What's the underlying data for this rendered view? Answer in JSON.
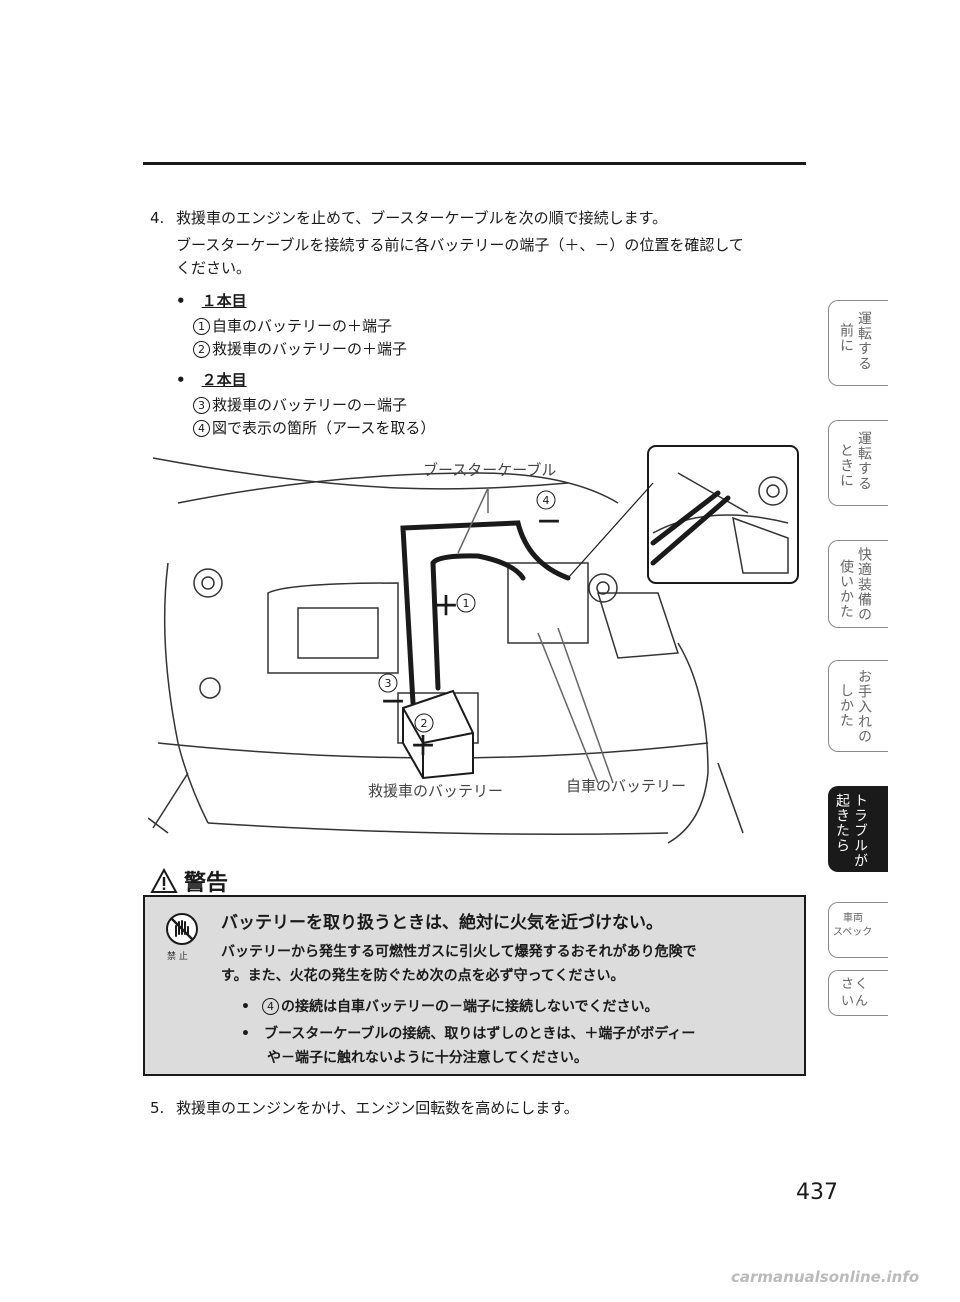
{
  "step4": {
    "num": "4.",
    "line1": "救援車のエンジンを止めて、ブースターケーブルを次の順で接続します。",
    "line2": "ブースターケーブルを接続する前に各バッテリーの端子（＋、－）の位置を確認して",
    "line3": "ください。"
  },
  "cable1": {
    "bullet": "•",
    "heading": "１本目",
    "item1_mark": "1",
    "item1": "自車のバッテリーの＋端子",
    "item2_mark": "2",
    "item2": "救援車のバッテリーの＋端子"
  },
  "cable2": {
    "bullet": "•",
    "heading": "２本目",
    "item3_mark": "3",
    "item3": "救援車のバッテリーの－端子",
    "item4_mark": "4",
    "item4": "図で表示の箇所（アースを取る）"
  },
  "diagram": {
    "label_cable": "ブースターケーブル",
    "label_rescue": "救援車のバッテリー",
    "label_own": "自車のバッテリー",
    "plus": "＋",
    "minus": "－",
    "m1": "1",
    "m2": "2",
    "m3": "3",
    "m4": "4"
  },
  "warning": {
    "title": "警告",
    "icon_label": "禁 止",
    "headline": "バッテリーを取り扱うときは、絶対に火気を近づけない。",
    "body1": "バッテリーから発生する可燃性ガスに引火して爆発するおそれがあり危険で",
    "body2": "す。また、火花の発生を防ぐため次の点を必ず守ってください。",
    "b1_mark": "4",
    "b1": "の接続は自車バッテリーの－端子に接続しないでください。",
    "b2a": "ブースターケーブルの接続、取りはずしのときは、＋端子がボディー",
    "b2b": "や－端子に触れないように十分注意してください。"
  },
  "step5": {
    "num": "5.",
    "text": "救援車のエンジンをかけ、エンジン回転数を高めにします。"
  },
  "tabs": [
    {
      "col1": "運転する",
      "col2": "前に"
    },
    {
      "col1": "運転する",
      "col2": "ときに"
    },
    {
      "col1": "快適装備の",
      "col2": "使いかた"
    },
    {
      "col1": "お手入れの",
      "col2": "しかた"
    },
    {
      "col1": "トラブルが",
      "col2": "起きたら"
    },
    {
      "line1": "車両",
      "line2": "スペック"
    },
    {
      "line1": "さく",
      "line2": "いん"
    }
  ],
  "page_number": "437",
  "footer": "carmanualsonline.info"
}
